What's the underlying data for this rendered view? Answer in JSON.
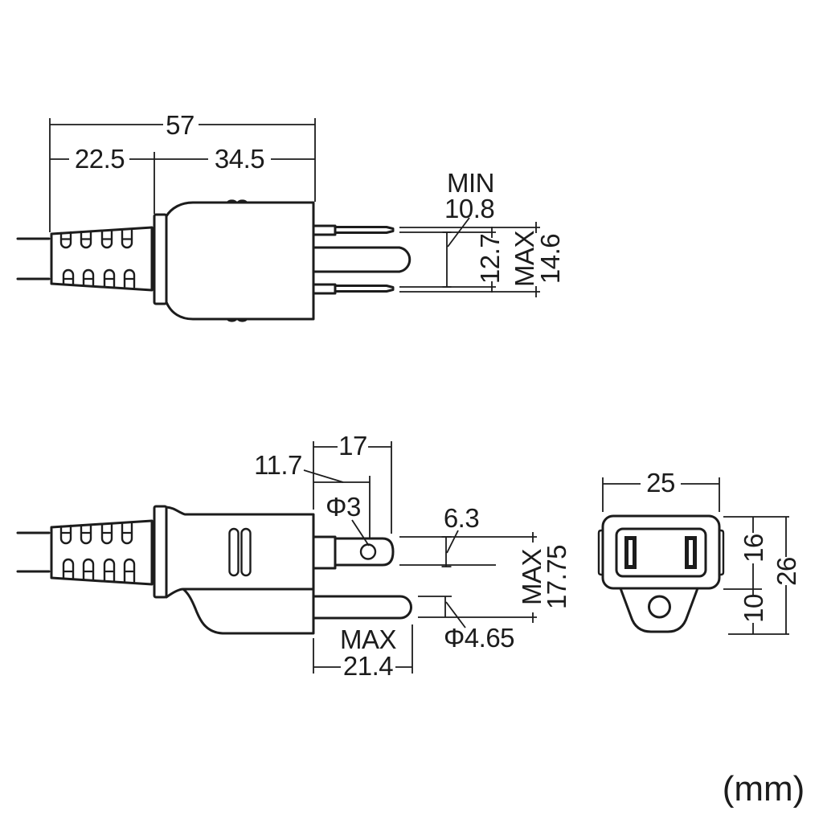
{
  "unit": "(mm)",
  "views": {
    "plug_top": {
      "total_length": "57",
      "strain_relief_length": "22.5",
      "body_length": "34.5",
      "min_label": "MIN",
      "min_value": "10.8",
      "blade_spacing": "12.7",
      "max_label": "MAX",
      "max_value": "14.6"
    },
    "plug_side": {
      "blade_length": "17",
      "hole_center_offset": "11.7",
      "hole_diameter": "Φ3",
      "blade_width": "6.3",
      "span_max_label": "MAX",
      "span_max_value": "17.75",
      "pin_diameter": "Φ4.65",
      "pin_max_label": "MAX",
      "pin_max_value": "21.4"
    },
    "plug_face": {
      "width": "25",
      "upper_height": "16",
      "lower_height": "10",
      "total_height": "26"
    }
  }
}
